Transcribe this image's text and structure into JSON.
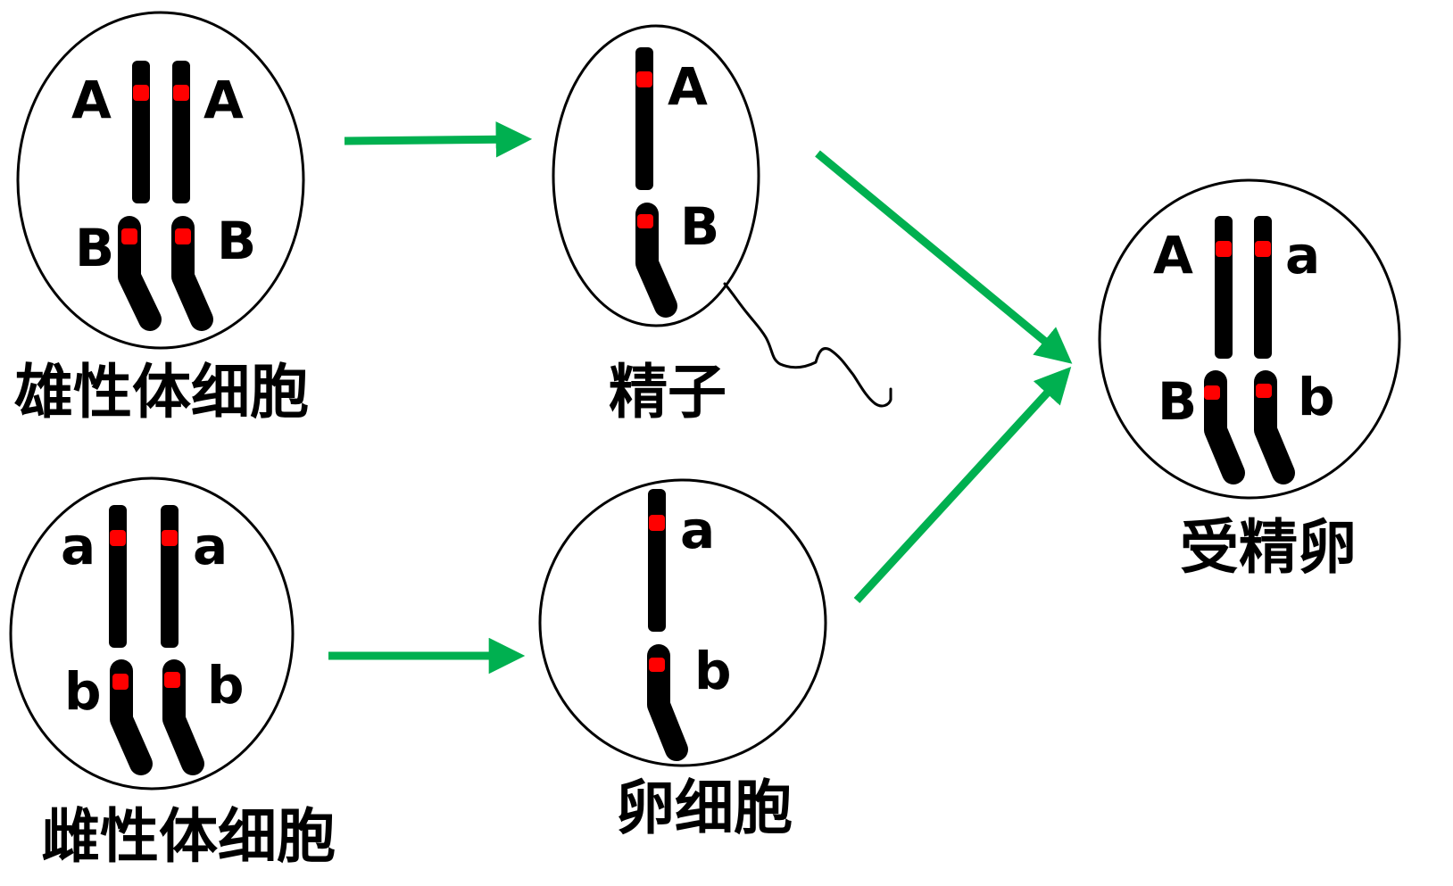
{
  "colors": {
    "arrow": "#00b050",
    "centromere": "#ff0000",
    "chromosome": "#000000",
    "cell_outline": "#000000",
    "background": "#ffffff"
  },
  "cells": {
    "male_somatic": {
      "caption": "雄性体细胞",
      "gene_long_left": "A",
      "gene_long_right": "A",
      "gene_short_left": "B",
      "gene_short_right": "B"
    },
    "female_somatic": {
      "caption": "雌性体细胞",
      "gene_long_left": "a",
      "gene_long_right": "a",
      "gene_short_left": "b",
      "gene_short_right": "b"
    },
    "sperm": {
      "caption": "精子",
      "gene_long": "A",
      "gene_short": "B"
    },
    "egg": {
      "caption": "卵细胞",
      "gene_long": "a",
      "gene_short": "b"
    },
    "zygote": {
      "caption": "受精卵",
      "gene_long_left": "A",
      "gene_long_right": "a",
      "gene_short_left": "B",
      "gene_short_right": "b"
    }
  }
}
